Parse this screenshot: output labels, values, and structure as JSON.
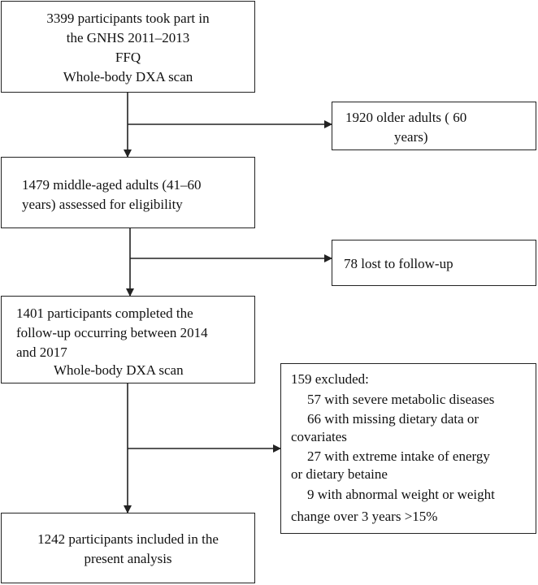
{
  "flowchart": {
    "box1": {
      "lines": [
        "3399 participants took part in",
        "the GNHS 2011–2013",
        "FFQ",
        "Whole-body DXA scan"
      ]
    },
    "side1": {
      "lines": [
        "1920 older adults ( 60",
        "years)"
      ]
    },
    "box2": {
      "lines": [
        "1479 middle-aged adults (41–60",
        "years) assessed for eligibility"
      ]
    },
    "side2": {
      "lines": [
        "78 lost to follow-up"
      ]
    },
    "box3": {
      "lines": [
        "1401 participants completed the",
        "follow-up occurring between 2014",
        "and 2017",
        "Whole-body DXA scan"
      ]
    },
    "side3": {
      "lines": [
        "159 excluded:",
        "57 with severe metabolic diseases",
        "66 with missing dietary data or",
        "covariates",
        "27 with extreme intake of energy",
        "or dietary betaine",
        "9 with abnormal weight or weight",
        "change over 3 years >15%"
      ]
    },
    "box4": {
      "lines": [
        "1242 participants included in the",
        "present analysis"
      ]
    }
  }
}
